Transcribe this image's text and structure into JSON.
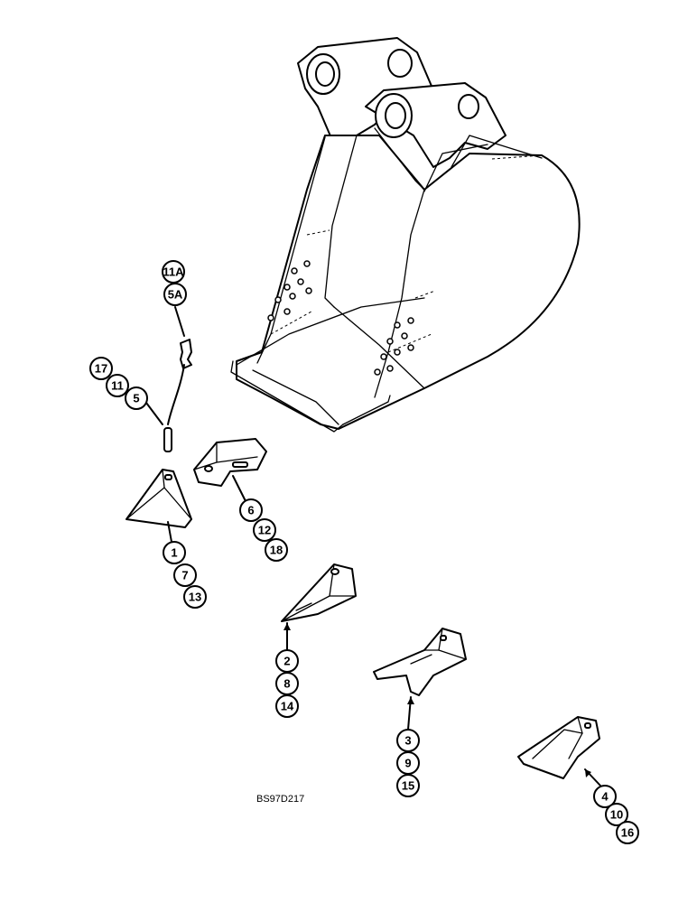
{
  "figure_code": "BS97D217",
  "callouts": {
    "c11A": "11A",
    "c5A": "5A",
    "c17": "17",
    "c11": "11",
    "c5": "5",
    "c6": "6",
    "c12": "12",
    "c18": "18",
    "c1": "1",
    "c7": "7",
    "c13": "13",
    "c2": "2",
    "c8": "8",
    "c14": "14",
    "c3": "3",
    "c9": "9",
    "c15": "15",
    "c4": "4",
    "c10": "10",
    "c16": "16"
  }
}
